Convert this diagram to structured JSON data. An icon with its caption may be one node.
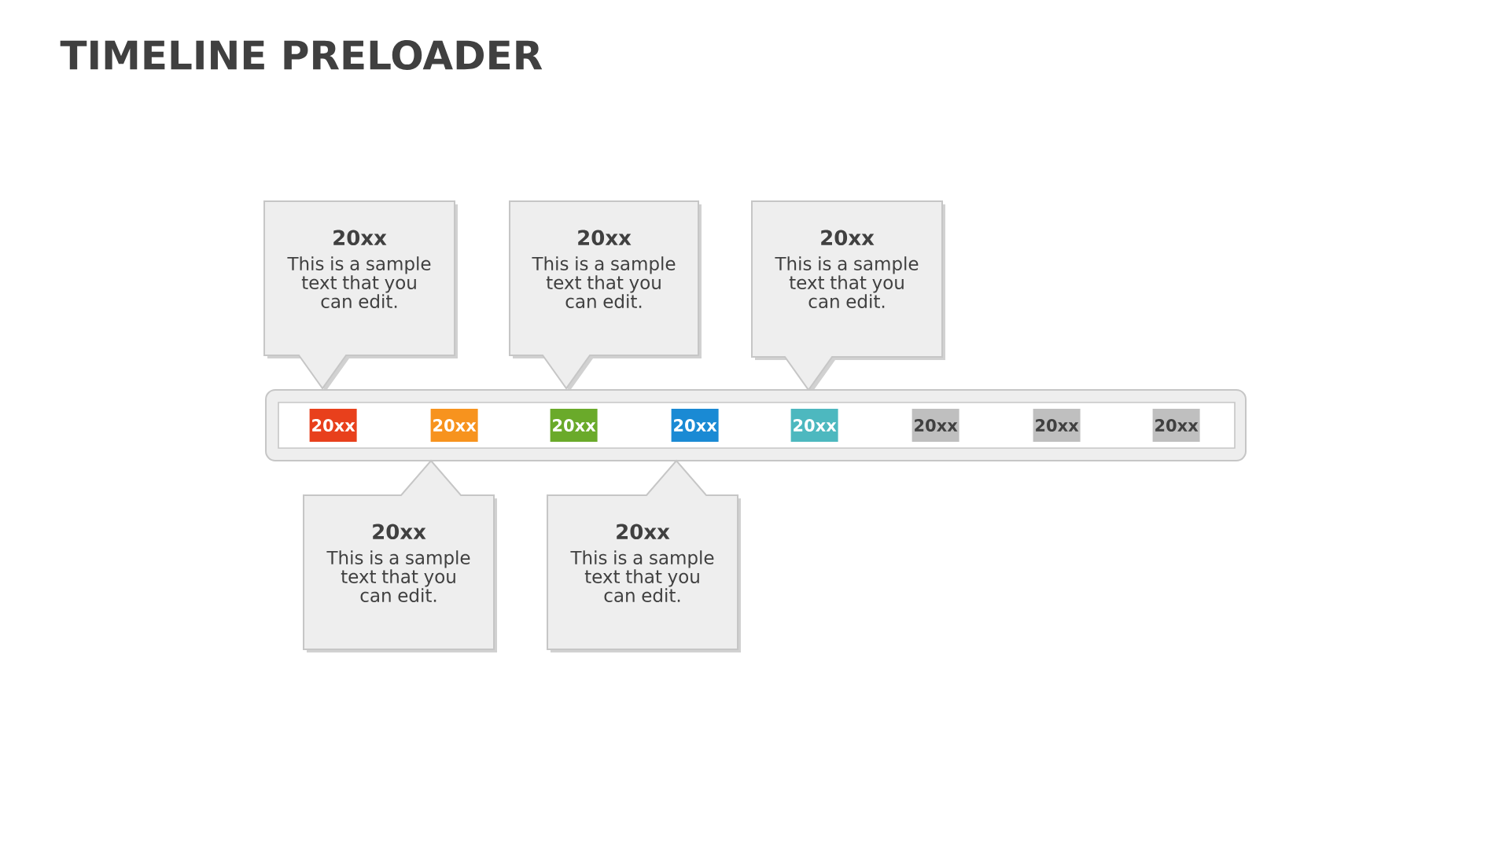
{
  "diagram": {
    "title": "TIMELINE PRELOADER",
    "nodes": [
      {
        "text": [
          "20xx",
          "This is a sample text that you can edit."
        ]
      },
      {
        "text": [
          "20xx",
          "This is a sample text that you can edit."
        ]
      },
      {
        "text": [
          "20xx",
          "This is a sample text that you can edit."
        ]
      },
      {
        "text": [],
        "shape": "bar"
      },
      {
        "text": [
          "20xx"
        ],
        "in": 3
      },
      {
        "text": [
          "20xx"
        ],
        "in": 3
      },
      {
        "text": [
          "20xx"
        ],
        "in": 3
      },
      {
        "text": [
          "20xx"
        ],
        "in": 3
      },
      {
        "text": [
          "20xx"
        ],
        "in": 3
      },
      {
        "text": [
          "20xx"
        ],
        "in": 3
      },
      {
        "text": [
          "20xx"
        ],
        "in": 3
      },
      {
        "text": [
          "20xx"
        ],
        "in": 3
      },
      {
        "text": [
          "20xx",
          "This is a sample text that you can edit."
        ]
      },
      {
        "text": [
          "20xx",
          "This is a sample text that you can edit."
        ]
      }
    ]
  }
}
